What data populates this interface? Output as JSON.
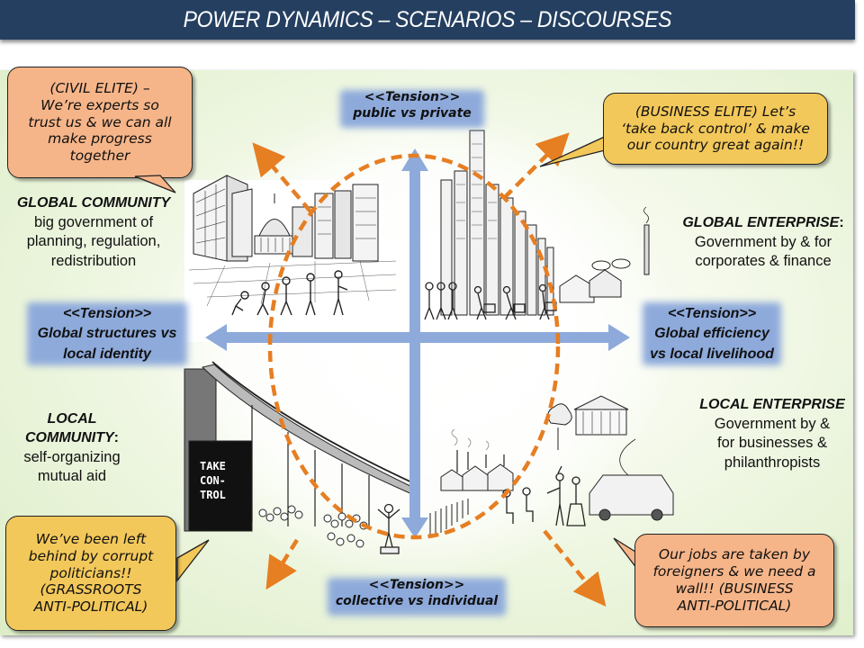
{
  "title": "POWER DYNAMICS – SCENARIOS – DISCOURSES",
  "colors": {
    "title_bg": "#243f60",
    "axis_arrow": "#8eaadb",
    "dashed_circle": "#e67e22",
    "bubble_orange": "#f6b589",
    "bubble_yellow": "#f3c85a",
    "panel_green": "#dcedc6"
  },
  "tensions": {
    "top": {
      "label": "<<Tension>>",
      "text": "public vs private"
    },
    "left": {
      "label": "<<Tension>>",
      "line1": "Global structures vs",
      "line2": "local identity"
    },
    "right": {
      "label": "<<Tension>>",
      "line1": "Global efficiency",
      "line2": "vs local livelihood"
    },
    "bottom": {
      "label": "<<Tension>>",
      "text": "collective vs individual"
    }
  },
  "scenarios": {
    "global_community": {
      "head": "GLOBAL COMMUNITY",
      "lines": [
        "big government  of",
        "planning, regulation,",
        "redistribution"
      ]
    },
    "global_enterprise": {
      "head": "GLOBAL ENTERPRISE",
      "head_suffix": ":",
      "lines": [
        "Government  by & for",
        "corporates  & finance"
      ]
    },
    "local_community": {
      "head_lines": [
        "LOCAL",
        "COMMUNITY"
      ],
      "head_suffix": ":",
      "lines": [
        "self-organizing",
        "mutual aid"
      ]
    },
    "local_enterprise": {
      "head": "LOCAL ENTERPRISE",
      "lines": [
        "Government  by &",
        "for businesses  &",
        "philanthropists"
      ]
    }
  },
  "bubbles": {
    "civil_elite": {
      "lines": [
        "(CIVIL ELITE) –",
        "We’re experts so",
        "trust us & we can all",
        "make progress",
        "together"
      ]
    },
    "business_elite": {
      "lines": [
        "(BUSINESS ELITE)  Let’s",
        "‘take back control’ & make",
        "our country great again!!"
      ]
    },
    "grassroots": {
      "lines": [
        "We’ve been left",
        "behind by corrupt",
        "politicians!!",
        "(GRASSROOTS",
        "ANTI-POLITICAL)"
      ]
    },
    "business_anti": {
      "lines": [
        "Our jobs are taken by",
        "foreigners & we need a",
        "wall!! (BUSINESS",
        "ANTI-POLITICAL)"
      ]
    }
  },
  "illustrations": {
    "sign_text": [
      "TAKE",
      "CON-",
      "TROL"
    ]
  }
}
